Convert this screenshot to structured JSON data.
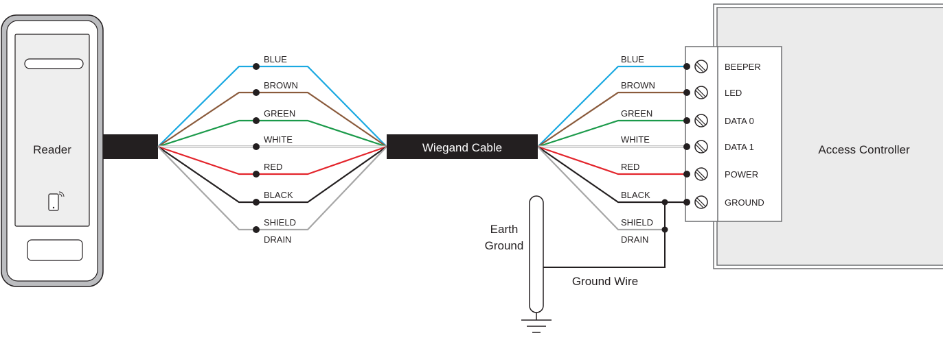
{
  "reader": {
    "label": "Reader"
  },
  "cable": {
    "label": "Wiegand Cable"
  },
  "controller": {
    "label": "Access Controller",
    "terminals": [
      "BEEPER",
      "LED",
      "DATA 0",
      "DATA 1",
      "POWER",
      "GROUND"
    ]
  },
  "wires": [
    {
      "label": "BLUE",
      "color": "#1ba9e1"
    },
    {
      "label": "BROWN",
      "color": "#8a5a3b"
    },
    {
      "label": "GREEN",
      "color": "#1b9a4a"
    },
    {
      "label": "WHITE",
      "color": "#d9d9d9"
    },
    {
      "label": "RED",
      "color": "#e3242b"
    },
    {
      "label": "BLACK",
      "color": "#231f20"
    },
    {
      "label": "SHIELD",
      "label2": "DRAIN",
      "color": "#a6a6a6"
    }
  ],
  "earth_ground": {
    "label_line1": "Earth",
    "label_line2": "Ground"
  },
  "ground_wire": {
    "label": "Ground Wire"
  }
}
